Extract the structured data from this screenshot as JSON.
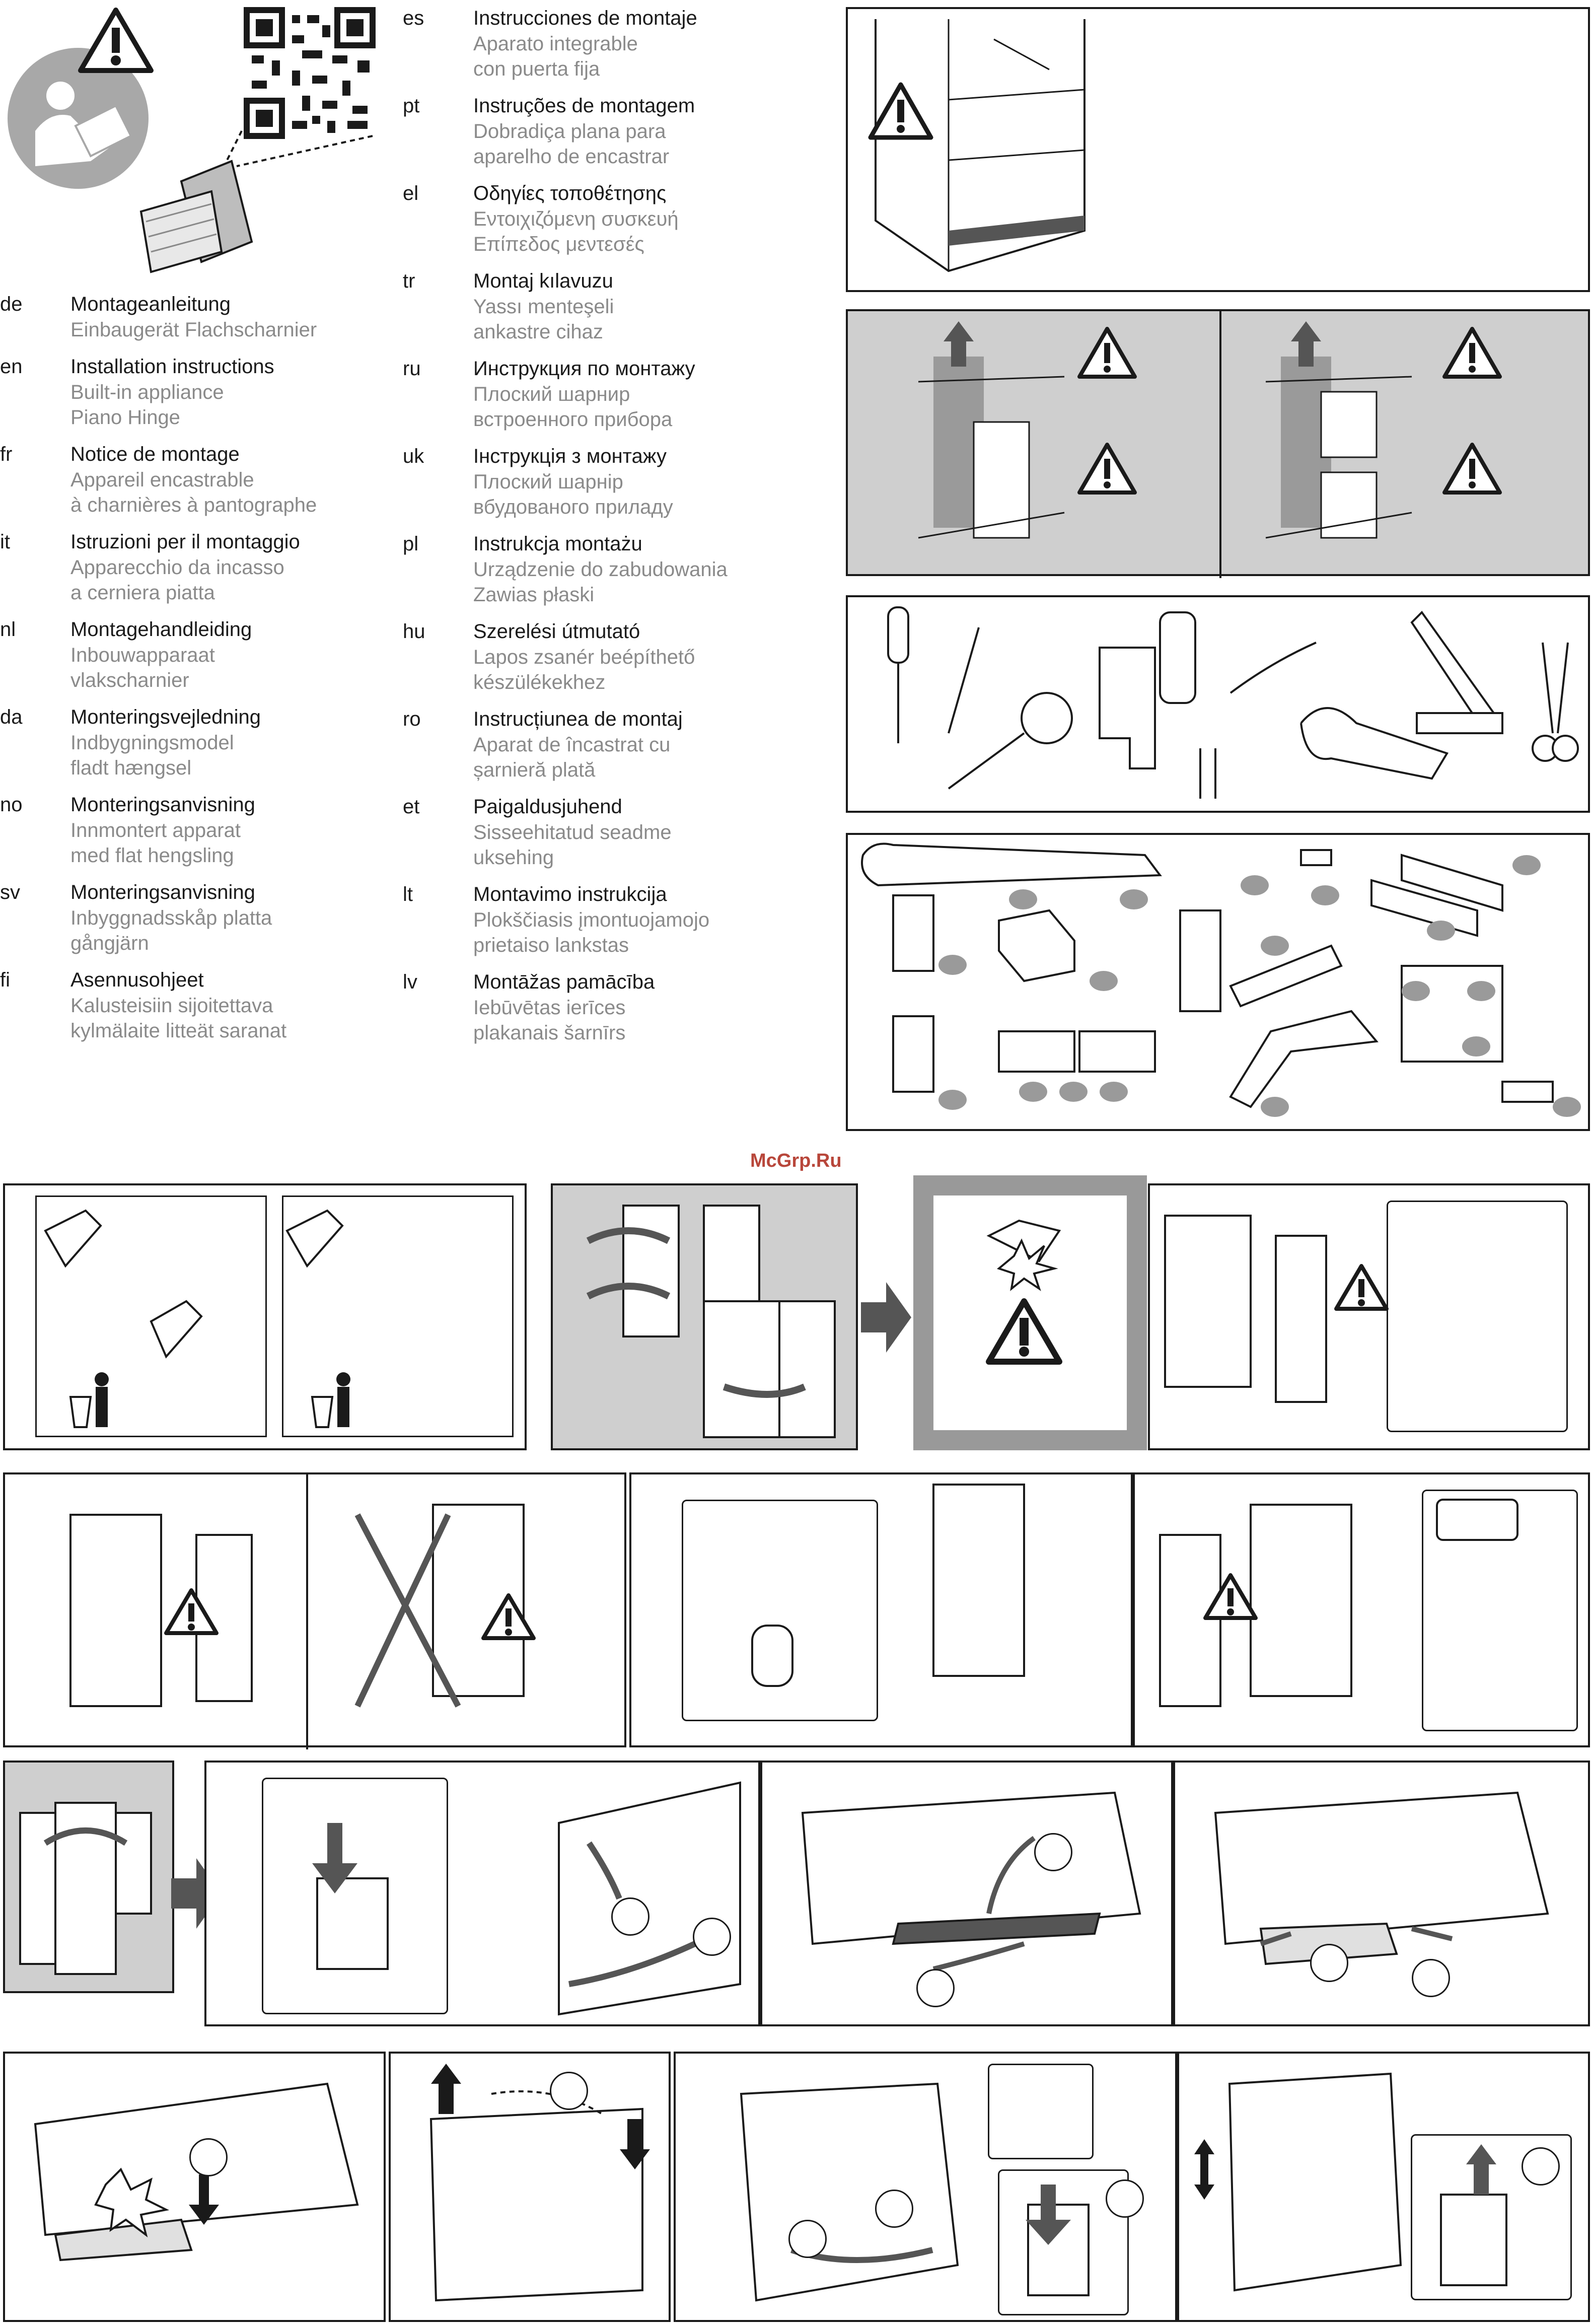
{
  "watermark": "McGrp.Ru",
  "languages_left": [
    {
      "code": "de",
      "title": "Montageanleitung",
      "sub": [
        "Einbaugerät Flachscharnier"
      ]
    },
    {
      "code": "en",
      "title": "Installation instructions",
      "sub": [
        "Built-in appliance",
        "Piano Hinge"
      ]
    },
    {
      "code": "fr",
      "title": "Notice de montage",
      "sub": [
        "Appareil encastrable",
        "à charnières à pantographe"
      ]
    },
    {
      "code": "it",
      "title": "Istruzioni per il montaggio",
      "sub": [
        "Apparecchio da incasso",
        "a cerniera piatta"
      ]
    },
    {
      "code": "nl",
      "title": "Montagehandleiding",
      "sub": [
        "Inbouwapparaat",
        "vlakscharnier"
      ]
    },
    {
      "code": "da",
      "title": "Monteringsvejledning",
      "sub": [
        "Indbygningsmodel",
        "fladt hængsel"
      ]
    },
    {
      "code": "no",
      "title": "Monteringsanvisning",
      "sub": [
        "Innmontert apparat",
        "med flat hengsling"
      ]
    },
    {
      "code": "sv",
      "title": "Monteringsanvisning",
      "sub": [
        "Inbyggnadsskåp platta",
        "gångjärn"
      ]
    },
    {
      "code": "fi",
      "title": "Asennusohjeet",
      "sub": [
        "Kalusteisiin sijoitettava",
        "kylmälaite  litteät saranat"
      ]
    }
  ],
  "languages_right": [
    {
      "code": "es",
      "title": "Instrucciones de montaje",
      "sub": [
        "Aparato integrable",
        "con puerta fija"
      ]
    },
    {
      "code": "pt",
      "title": "Instruções de montagem",
      "sub": [
        "Dobradiça plana para",
        "aparelho de encastrar"
      ]
    },
    {
      "code": "el",
      "title": "Οδηγίες τοποθέτησης",
      "sub": [
        "Εντοιχιζόμενη συσκευή",
        "Επίπεδος μεντεσές"
      ]
    },
    {
      "code": "tr",
      "title": "Montaj kılavuzu",
      "sub": [
        "Yassı menteşeli",
        "ankastre cihaz"
      ]
    },
    {
      "code": "ru",
      "title": "Инструкция по монтажу",
      "sub": [
        "Плоский шарнир",
        "встроенного прибора"
      ]
    },
    {
      "code": "uk",
      "title": "Інструкція з монтажу",
      "sub": [
        "Плоский шарнір",
        "вбудованого приладу"
      ]
    },
    {
      "code": "pl",
      "title": "Instrukcja montażu",
      "sub": [
        "Urządzenie do zabudowania",
        "Zawias płaski"
      ]
    },
    {
      "code": "hu",
      "title": "Szerelési útmutató",
      "sub": [
        "Lapos zsanér beépíthető",
        "készülékekhez"
      ]
    },
    {
      "code": "ro",
      "title": "Instrucțiunea de montaj",
      "sub": [
        "Aparat de încastrat cu",
        "șarnieră plată"
      ]
    },
    {
      "code": "et",
      "title": "Paigaldusjuhend",
      "sub": [
        "Sisseehitatud seadme",
        "uksehing"
      ]
    },
    {
      "code": "lt",
      "title": "Montavimo instrukcija",
      "sub": [
        "Plokščiasis įmontuojamojo",
        "prietaiso lankstas"
      ]
    },
    {
      "code": "lv",
      "title": "Montāžas pamācība",
      "sub": [
        "Iebūvētas ierīces",
        "plakanais šarnīrs"
      ]
    }
  ],
  "icons": {
    "warning": "warning-triangle-icon",
    "manual": "read-manual-icon",
    "qr": "qr-code-icon"
  },
  "colors": {
    "panel_gray": "#cfcfcf",
    "dot_gray": "#9a9a9a",
    "line": "#1a1a1a"
  }
}
